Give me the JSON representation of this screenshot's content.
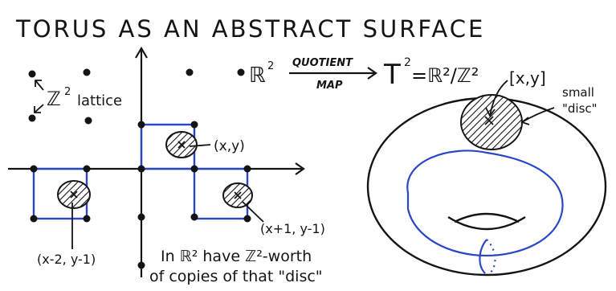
{
  "title": "TORUS AS AN ABSTRACT SURFACE",
  "lattice_label_z": "ℤ",
  "lattice_label_sup": "2",
  "lattice_label_word": "lattice",
  "plane_label": "ℝ",
  "plane_sup": "2",
  "quotient_top": "QUOTIENT",
  "quotient_bottom": "MAP",
  "torus_eq_T": "T",
  "torus_eq_sup": "2",
  "torus_eq_rest": "=ℝ²/ℤ²",
  "point_label_center": "(x,y)",
  "point_label_right": "(x+1, y-1)",
  "point_label_left": "(x-2, y-1)",
  "class_label": "[x,y]",
  "small_disc_line1": "small",
  "small_disc_line2": "\"disc\"",
  "note_line1": "In ℝ² have ℤ²-worth",
  "note_line2": "of copies of that \"disc\"",
  "colors": {
    "ink": "#141414",
    "blue": "#2a47c8"
  }
}
